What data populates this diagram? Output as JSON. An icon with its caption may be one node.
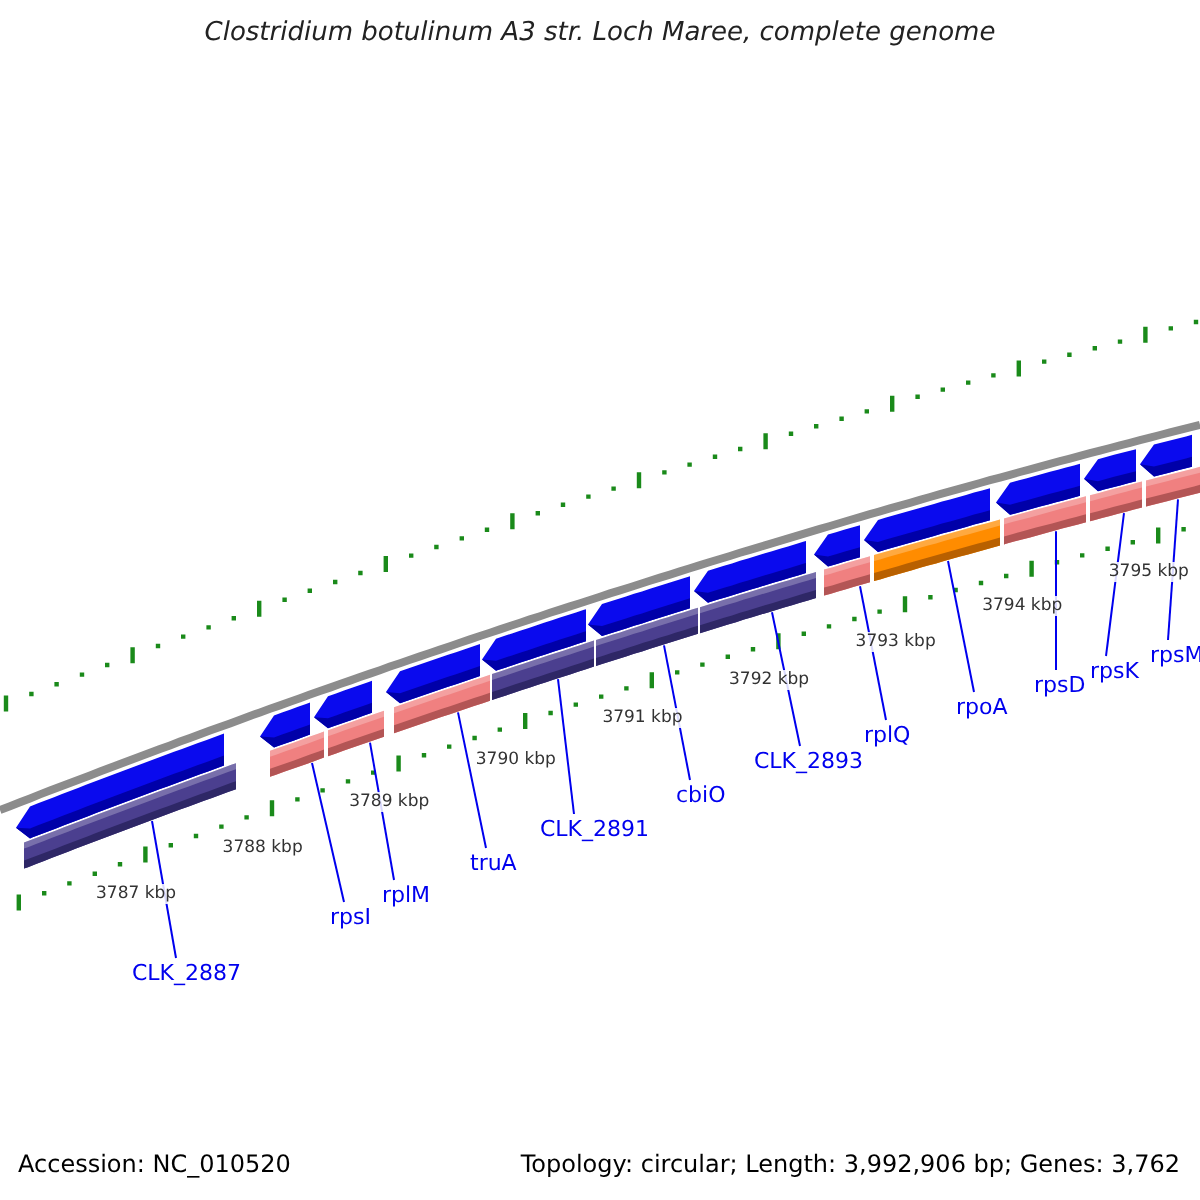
{
  "diagram": {
    "title": "Clostridium botulinum A3 str. Loch Maree, complete genome",
    "nodes": [
      {
        "text": [
          "CLK_2887"
        ]
      },
      {
        "text": [
          "rpsI"
        ]
      },
      {
        "text": [
          "rplM"
        ]
      },
      {
        "text": [
          "truA"
        ]
      },
      {
        "text": [
          "CLK_2891"
        ]
      },
      {
        "text": [
          "cbiO"
        ]
      },
      {
        "text": [
          "CLK_2893"
        ]
      },
      {
        "text": [
          "rplQ"
        ]
      },
      {
        "text": [
          "rpoA"
        ]
      },
      {
        "text": [
          "rpsD"
        ]
      },
      {
        "text": [
          "rpsK"
        ]
      },
      {
        "text": [
          "rpsM"
        ]
      },
      {
        "text": [],
        "shape": "bar"
      },
      {
        "text": [],
        "shape": "bar"
      },
      {
        "text": [],
        "shape": "bar"
      },
      {
        "text": [],
        "shape": "bar"
      },
      {
        "text": [],
        "shape": "bar"
      },
      {
        "text": [],
        "shape": "bar"
      },
      {
        "text": [],
        "shape": "bar"
      },
      {
        "text": [],
        "shape": "bar"
      },
      {
        "text": [],
        "shape": "bar"
      },
      {
        "text": [],
        "shape": "bar"
      },
      {
        "text": [],
        "shape": "bar"
      },
      {
        "text": [],
        "shape": "bar"
      },
      {
        "text": [],
        "shape": "arrow"
      },
      {
        "text": [],
        "shape": "arrow"
      },
      {
        "text": [],
        "shape": "arrow"
      },
      {
        "text": [],
        "shape": "arrow"
      },
      {
        "text": [],
        "shape": "arrow"
      },
      {
        "text": [],
        "shape": "arrow"
      },
      {
        "text": [],
        "shape": "arrow"
      },
      {
        "text": [],
        "shape": "arrow"
      },
      {
        "text": [],
        "shape": "arrow"
      },
      {
        "text": [],
        "shape": "arrow"
      },
      {
        "text": [],
        "shape": "arrow"
      },
      {
        "text": [],
        "shape": "arrow"
      }
    ],
    "edges": [
      {
        "from": 0,
        "to": 12,
        "arrow": "none"
      },
      {
        "from": 1,
        "to": 13,
        "arrow": "none"
      },
      {
        "from": 2,
        "to": 14,
        "arrow": "none"
      },
      {
        "from": 3,
        "to": 15,
        "arrow": "none"
      },
      {
        "from": 4,
        "to": 16,
        "arrow": "none"
      },
      {
        "from": 5,
        "to": 17,
        "arrow": "none"
      },
      {
        "from": 6,
        "to": 18,
        "arrow": "none"
      },
      {
        "from": 7,
        "to": 19,
        "arrow": "none"
      },
      {
        "from": 8,
        "to": 20,
        "arrow": "none"
      },
      {
        "from": 9,
        "to": 21,
        "arrow": "none"
      },
      {
        "from": 10,
        "to": 22,
        "arrow": "none"
      },
      {
        "from": 11,
        "to": 23,
        "arrow": "none"
      }
    ],
    "labels": [
      "3787 kbp",
      "3788 kbp",
      "3789 kbp",
      "3790 kbp",
      "3791 kbp",
      "3792 kbp",
      "3793 kbp",
      "3794 kbp",
      "3795 kbp",
      "Accession: NC_010520",
      "Topology: circular; Length: 3,992,906 bp; Genes: 3,762"
    ]
  }
}
